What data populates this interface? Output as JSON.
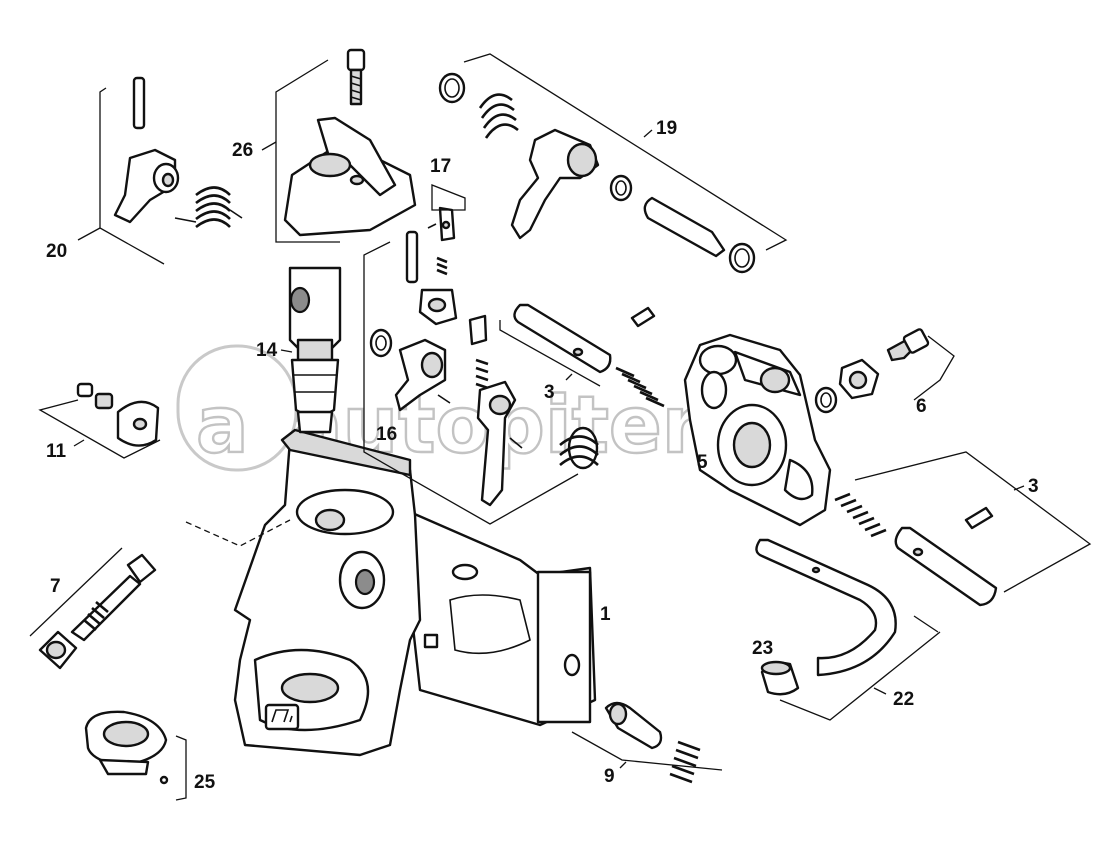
{
  "watermark": "autopiter.ru",
  "watermark_logo": "a",
  "callouts": {
    "c1": "1",
    "c3a": "3",
    "c3b": "3",
    "c5": "5",
    "c6": "6",
    "c7": "7",
    "c9": "9",
    "c11": "11",
    "c14": "14",
    "c16": "16",
    "c17": "17",
    "c19": "19",
    "c20": "20",
    "c22": "22",
    "c23": "23",
    "c25": "25",
    "c26": "26"
  }
}
